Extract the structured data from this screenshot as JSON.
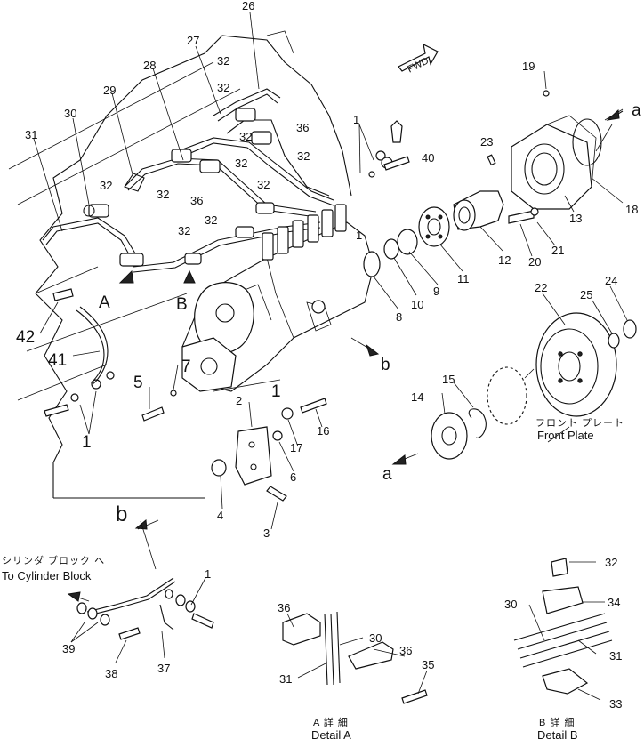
{
  "diagram": {
    "callouts": {
      "c1a": "1",
      "c1b": "1",
      "c1c": "1",
      "c1d": "1",
      "c1e": "1",
      "c2": "2",
      "c3": "3",
      "c4": "4",
      "c5": "5",
      "c6": "6",
      "c7": "7",
      "c8": "8",
      "c9": "9",
      "c10": "10",
      "c11": "11",
      "c12": "12",
      "c13": "13",
      "c14": "14",
      "c15": "15",
      "c16": "16",
      "c17": "17",
      "c18": "18",
      "c19": "19",
      "c20": "20",
      "c21": "21",
      "c22": "22",
      "c23": "23",
      "c24": "24",
      "c25": "25",
      "c26": "26",
      "c27": "27",
      "c28": "28",
      "c29": "29",
      "c30a": "30",
      "c30b": "30",
      "c30c": "30",
      "c31a": "31",
      "c31b": "31",
      "c31c": "31",
      "c32a": "32",
      "c32b": "32",
      "c32c": "32",
      "c32d": "32",
      "c32e": "32",
      "c32f": "32",
      "c32g": "32",
      "c32h": "32",
      "c32i": "32",
      "c33": "33",
      "c34": "34",
      "c35": "35",
      "c36a": "36",
      "c36b": "36",
      "c36c": "36",
      "c36d": "36",
      "c37": "37",
      "c38": "38",
      "c39": "39",
      "c40": "40",
      "c41": "41",
      "c42": "42"
    },
    "letters": {
      "A": "A",
      "B": "B",
      "a_top": "a",
      "a_bottom": "a",
      "b_right": "b",
      "b_left": "b"
    },
    "labels": {
      "fwd": "FWD",
      "front_plate_jp": "フロント プレート",
      "front_plate_en": "Front Plate",
      "to_block_jp": "シリンダ ブロック へ",
      "to_block_en": "To Cylinder Block",
      "detail_a_jp": "A 詳 細",
      "detail_a_en": "Detail A",
      "detail_b_jp": "B 詳 細",
      "detail_b_en": "Detail B"
    }
  }
}
